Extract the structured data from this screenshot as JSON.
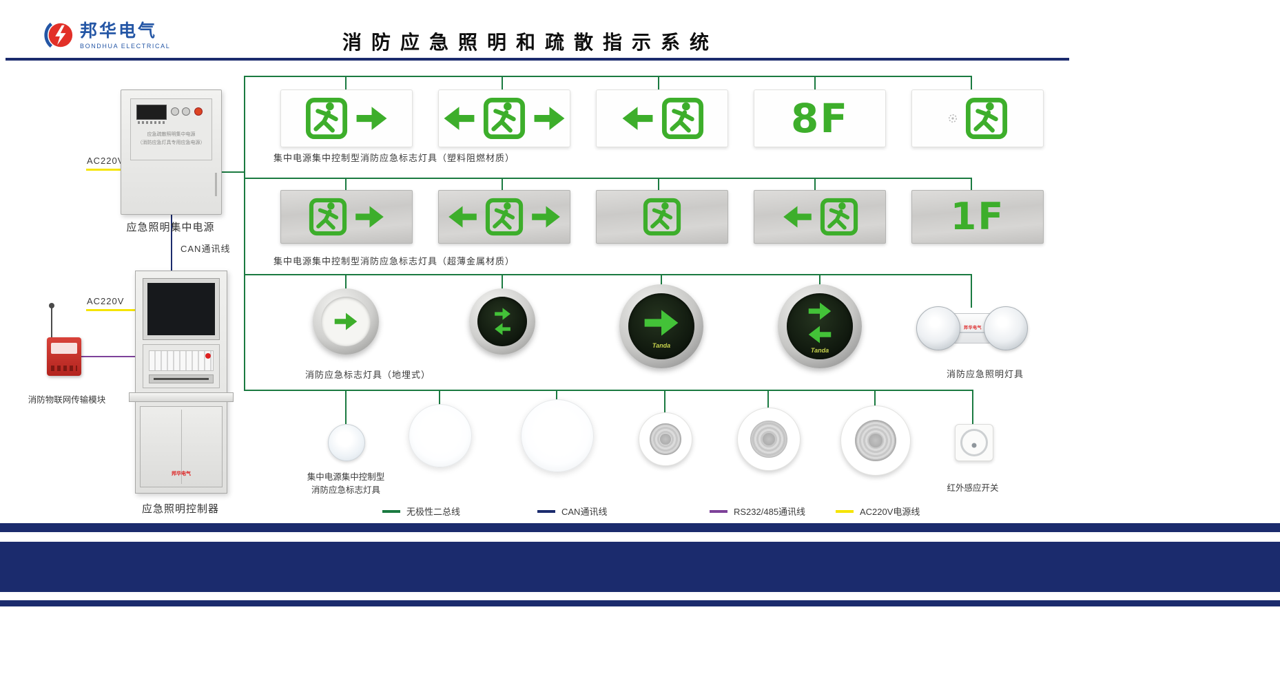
{
  "colors": {
    "navy": "#1b2b6d",
    "green_line": "#1a7a40",
    "sign_green": "#3dae2b",
    "sign_green_bright": "#43c238",
    "yellow": "#f5e400",
    "purple": "#7d4199",
    "brand_blue": "#2456a5",
    "brand_red": "#e23028"
  },
  "header": {
    "brand_name": "邦华电气",
    "brand_sub": "BONDHUA ELECTRICAL",
    "title": "消防应急照明和疏散指示系统"
  },
  "left_column": {
    "ac220v_top_label": "AC220V",
    "power_cabinet": {
      "inner_line1": "应急疏散照明集中电源",
      "inner_line2": "（消防应急灯具专用应急电源）",
      "label": "应急照明集中电源"
    },
    "can_bus_label": "CAN通讯线",
    "ac220v_bottom_label": "AC220V",
    "controller": {
      "label": "应急照明控制器",
      "logo": "邦华电气"
    },
    "iot_module_label": "消防物联网传输模块"
  },
  "sign_rows": {
    "row1": {
      "caption": "集中电源集中控制型消防应急标志灯具（塑料阻燃材质）",
      "signs": [
        {
          "parts": [
            "man",
            "arrow-right"
          ]
        },
        {
          "parts": [
            "arrow-left",
            "man",
            "arrow-right"
          ]
        },
        {
          "parts": [
            "arrow-left",
            "man"
          ]
        },
        {
          "parts": [
            "label:8F"
          ]
        },
        {
          "parts": [
            "sensor",
            "man"
          ]
        }
      ]
    },
    "row2": {
      "caption": "集中电源集中控制型消防应急标志灯具（超薄金属材质）",
      "signs": [
        {
          "parts": [
            "man",
            "arrow-right"
          ]
        },
        {
          "parts": [
            "arrow-left",
            "man",
            "arrow-right"
          ]
        },
        {
          "parts": [
            "man"
          ]
        },
        {
          "parts": [
            "arrow-left",
            "man"
          ]
        },
        {
          "parts": [
            "label:1F"
          ]
        }
      ]
    }
  },
  "row3": {
    "caption_left": "消防应急标志灯具（地埋式）",
    "caption_right": "消防应急照明灯具",
    "discs": [
      {
        "size": "small",
        "face": "light",
        "arrows": [
          "right"
        ]
      },
      {
        "size": "small",
        "face": "dark",
        "arrows": [
          "right",
          "left"
        ]
      },
      {
        "size": "large",
        "face": "dark",
        "arrows": [
          "right"
        ],
        "brand": "Tanda"
      },
      {
        "size": "large",
        "face": "dark",
        "arrows": [
          "right",
          "left"
        ],
        "brand": "Tanda"
      }
    ],
    "twin_lamp_brand": "邦华电气"
  },
  "row4": {
    "caption_left_line1": "集中电源集中控制型",
    "caption_left_line2": "消防应急标志灯具",
    "caption_right": "红外感应开关"
  },
  "legend": {
    "items": [
      {
        "color": "#1a7a40",
        "label": "无极性二总线"
      },
      {
        "color": "#1b2b6d",
        "label": "CAN通讯线"
      },
      {
        "color": "#7d4199",
        "label": "RS232/485通讯线"
      },
      {
        "color": "#f5e400",
        "label": "AC220V电源线"
      }
    ]
  }
}
